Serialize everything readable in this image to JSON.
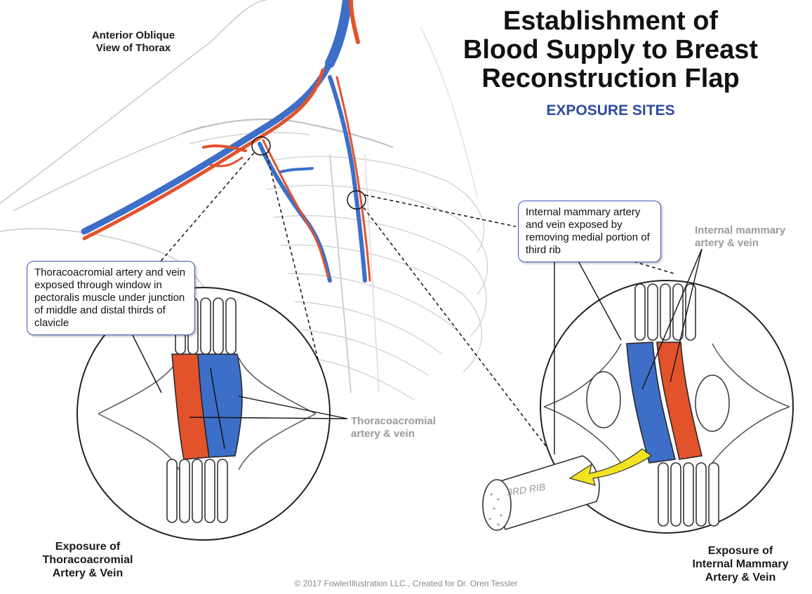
{
  "title": "Establishment of Blood Supply to Breast Reconstruction Flap",
  "title_lines": [
    "Establishment of",
    "Blood Supply to Breast",
    "Reconstruction Flap"
  ],
  "subtitle": "EXPOSURE SITES",
  "view_label_lines": [
    "Anterior Oblique",
    "View of Thorax"
  ],
  "callouts": {
    "thoracoacromial": "Thoracoacromial artery and vein exposed through window in pectoralis muscle under junction of middle and distal thirds of clavicle",
    "internal_mammary": "Internal mammary artery and vein exposed by removing medial portion of third rib"
  },
  "vessel_labels": {
    "thoracoacromial_lines": [
      "Thoracoacromial",
      "artery & vein"
    ],
    "internal_mammary_lines": [
      "Internal mammary",
      "artery & vein"
    ]
  },
  "captions": {
    "left_lines": [
      "Exposure of",
      "Thoracoacromial",
      "Artery & Vein"
    ],
    "right_lines": [
      "Exposure of",
      "Internal Mammary",
      "Artery & Vein"
    ]
  },
  "rib_label": "3RD RIB",
  "copyright": "© 2017 FowlerIllustration LLC., Created for Dr. Oren Tessler",
  "colors": {
    "artery": "#e2532c",
    "vein": "#3d6fc8",
    "callout_border": "#3b57b5",
    "subtitle": "#2f4aa0",
    "arrow": "#f2e21f",
    "label_gray": "#9a9a9a"
  }
}
